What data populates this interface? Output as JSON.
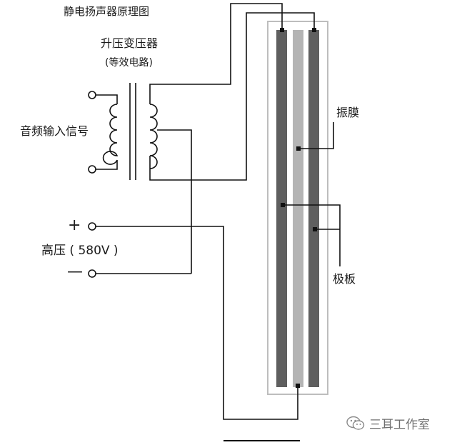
{
  "diagram": {
    "title": "静电扬声器原理图",
    "transformer": {
      "name": "升压变压器",
      "subtitle": "(等效电路)"
    },
    "input_label": "音频输入信号",
    "high_voltage": {
      "label": "高压 ( 580V )",
      "plus": "+",
      "minus": "—"
    },
    "diaphragm_label": "振膜",
    "plates_label": "极板"
  },
  "watermark": {
    "text": "三耳工作室",
    "icon": "wechat-logo-icon"
  },
  "colors": {
    "plate": "#5f5f5f",
    "diaphragm": "#b4b4b4",
    "wire": "#111111",
    "frame": "#bdbdbd"
  }
}
